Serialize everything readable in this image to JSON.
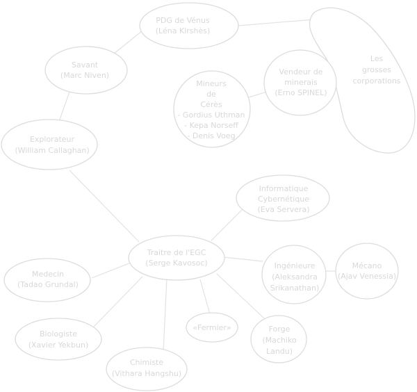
{
  "colors": {
    "stroke": "#dcdcdc",
    "text": "#d8d8d8",
    "edge": "#e2e2e2",
    "background": "#ffffff"
  },
  "nodes": {
    "pdg": [
      "PDG de Vénus",
      "(Léna Kirshès)"
    ],
    "corporations": [
      "Les",
      "grosses",
      "corporations"
    ],
    "savant": [
      "Savant",
      "(Marc Niven)"
    ],
    "vendeur": [
      "Vendeur de",
      "minerais",
      "(Erno SPINEL)"
    ],
    "mineurs": [
      "Mineurs",
      "de",
      "Cérès",
      "- Gordius Uthman",
      "- Kepa Norseff",
      "- Denis Voeg"
    ],
    "explorateur": [
      "Explorateur",
      "(William Callaghan)"
    ],
    "informatique": [
      "Informatique",
      "Cybernétique",
      "(Eva Servera)"
    ],
    "traitre": [
      "Traitre de l'EGC",
      "(Serge Kavosoc)"
    ],
    "ingenieure": [
      "Ingénieure",
      "(Aleksandra",
      "Srikanathan)"
    ],
    "mecano": [
      "Mécano",
      "(Ajav Venessia)"
    ],
    "medecin": [
      "Medecin",
      "(Tadao Grundal)"
    ],
    "fermier": [
      "«Fermier»"
    ],
    "forge": [
      "Forge",
      "(Machiko",
      "Landu)"
    ],
    "biologiste": [
      "Biologiste",
      "(Xavier Yekbun)"
    ],
    "chimiste": [
      "Chimiste",
      "(Vithara Hangshu)"
    ]
  }
}
